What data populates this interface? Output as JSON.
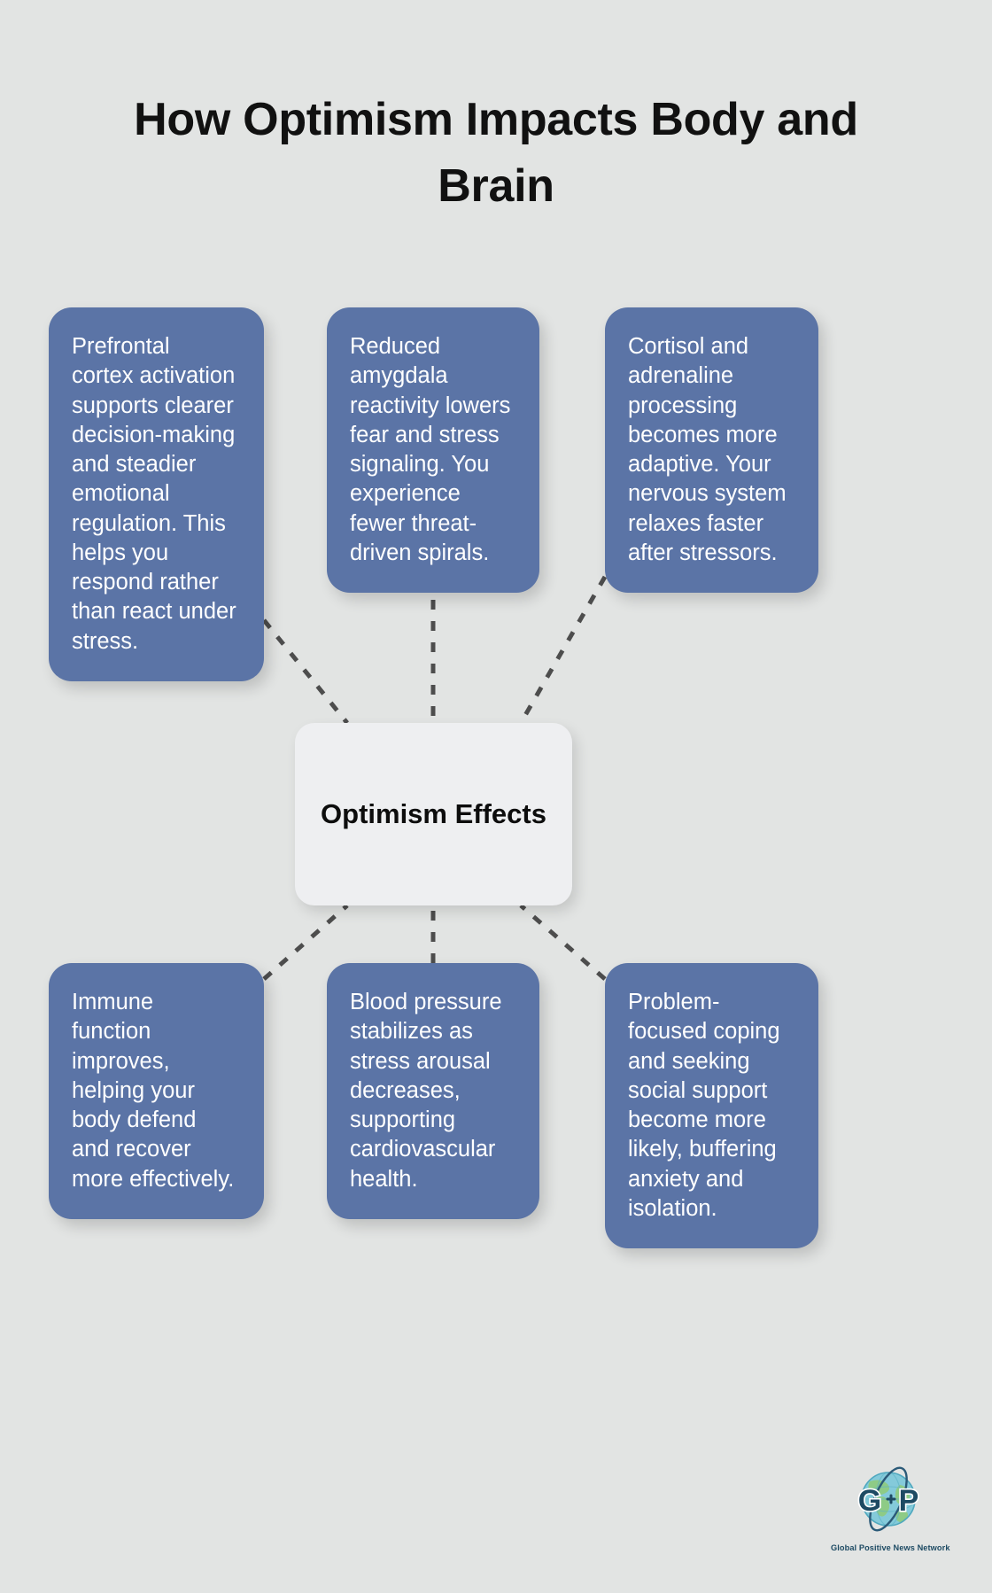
{
  "page": {
    "title": "How Optimism Impacts Body and Brain",
    "background_color": "#e2e4e3"
  },
  "center": {
    "label": "Optimism Effects",
    "background_color": "#eeeff1",
    "text_color": "#0d0d0d"
  },
  "style": {
    "card_color": "#5b74a6",
    "card_text_color": "#ffffff",
    "connector_color": "#4d4d4d",
    "connector_style": "dashed"
  },
  "cards": [
    {
      "id": "prefrontal-cortex",
      "position": "top-left",
      "text": "Prefrontal cortex activation supports clearer decision-making and steadier emotional regulation. This helps you respond rather than react under stress."
    },
    {
      "id": "amygdala",
      "position": "top-center",
      "text": "Reduced amygdala reactivity lowers fear and stress signaling. You experience fewer threat-driven spirals."
    },
    {
      "id": "cortisol-adrenaline",
      "position": "top-right",
      "text": "Cortisol and adrenaline processing becomes more adaptive. Your nervous system relaxes faster after stressors."
    },
    {
      "id": "immune-function",
      "position": "bottom-left",
      "text": "Immune function improves, helping your body defend and recover more effectively."
    },
    {
      "id": "blood-pressure",
      "position": "bottom-center",
      "text": "Blood pressure stabilizes as stress arousal decreases, supporting cardiovascular health."
    },
    {
      "id": "problem-focused-coping",
      "position": "bottom-right",
      "text": "Problem-focused coping and seeking social support become more likely, buffering anxiety and isolation."
    }
  ],
  "logo": {
    "letters_left": "G",
    "letters_right": "P",
    "caption": "Global Positive News Network",
    "globe_color": "#7ec8c8",
    "land_color": "#8ec98a",
    "letter_color": "#1d4a63"
  }
}
